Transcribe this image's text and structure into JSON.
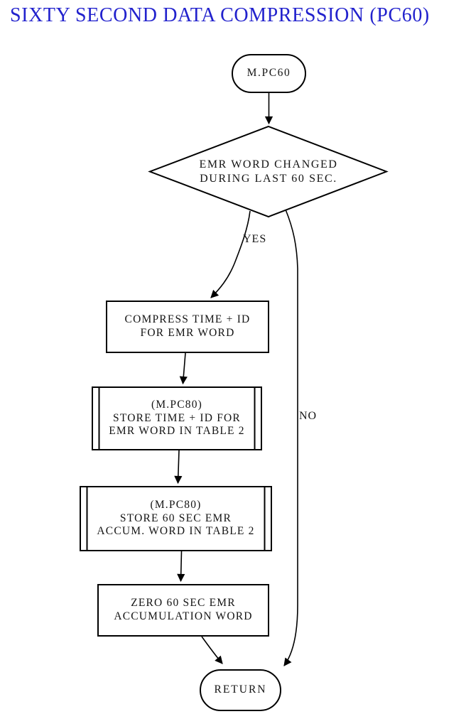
{
  "title": "SIXTY SECOND DATA COMPRESSION (PC60)",
  "colors": {
    "title_text": "#2222cd",
    "line": "#000000",
    "background": "#ffffff"
  },
  "nodes": {
    "start": {
      "type": "terminator",
      "lines": [
        "M.PC60"
      ]
    },
    "decision": {
      "type": "decision",
      "lines": [
        "EMR WORD CHANGED",
        "DURING LAST 60 SEC."
      ]
    },
    "compress": {
      "type": "process",
      "lines": [
        "COMPRESS TIME + ID",
        "FOR EMR WORD"
      ]
    },
    "store_id": {
      "type": "predefined-process",
      "lines": [
        "(M.PC80)",
        "STORE TIME + ID FOR",
        "EMR WORD IN TABLE 2"
      ]
    },
    "store_accum": {
      "type": "predefined-process",
      "lines": [
        "(M.PC80)",
        "STORE 60 SEC EMR",
        "ACCUM. WORD IN TABLE 2"
      ]
    },
    "zero_word": {
      "type": "process",
      "lines": [
        "ZERO 60 SEC EMR",
        "ACCUMULATION WORD"
      ]
    },
    "end": {
      "type": "terminator",
      "lines": [
        "RETURN"
      ]
    }
  },
  "edge_labels": {
    "yes": "YES",
    "no": "NO"
  }
}
